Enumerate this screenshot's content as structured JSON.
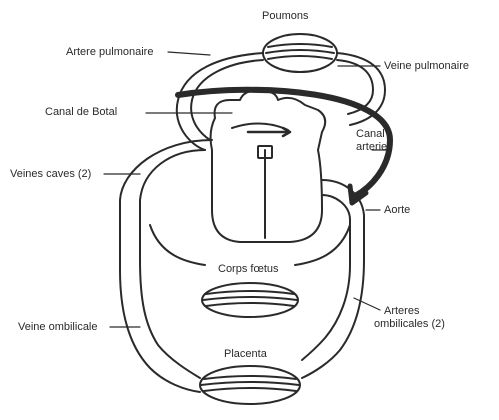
{
  "diagram": {
    "labels": {
      "poumons": "Poumons",
      "artere_pulmonaire": "Artere pulmonaire",
      "veine_pulmonaire": "Veine pulmonaire",
      "canal_de_botal": "Canal de Botal",
      "canal_arteriel_line1": "Canal",
      "canal_arteriel_line2": "arteriel",
      "veines_caves": "Veines caves (2)",
      "aorte": "Aorte",
      "corps_foetus": "Corps fœtus",
      "arteres_ombilicales_line1": "Arteres",
      "arteres_ombilicales_line2": "ombilicales (2)",
      "veine_ombilicale": "Veine ombilicale",
      "placenta": "Placenta"
    },
    "colors": {
      "line": "#2a2a2a",
      "background": "#ffffff"
    }
  }
}
